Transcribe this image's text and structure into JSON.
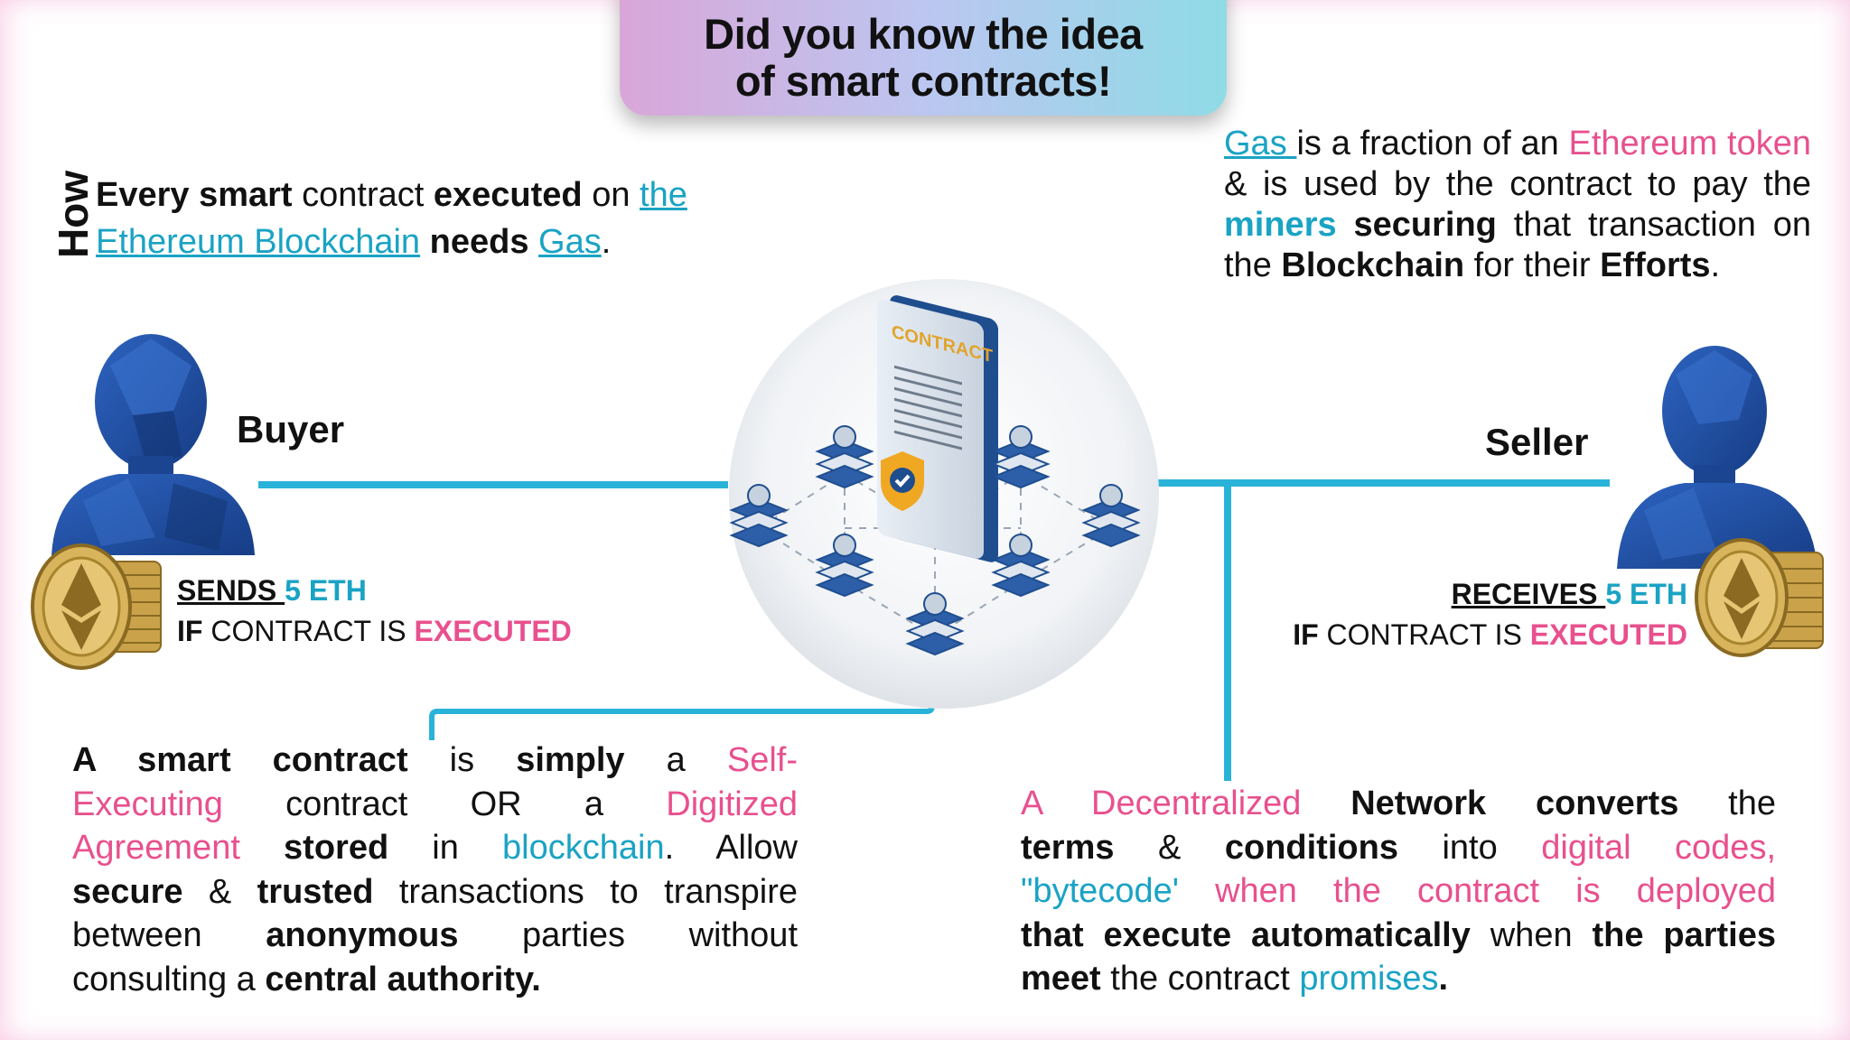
{
  "title": {
    "line1": "Did you know the idea",
    "line2": "of smart contracts!"
  },
  "how": {
    "label": "How",
    "t1": "Every smart",
    "t2": " contract ",
    "t3": "executed",
    "t4": " on ",
    "t5": "the",
    "t6": "Ethereum Blockchain",
    "t7": " needs ",
    "t8": "Gas",
    "t9": "."
  },
  "gas": {
    "g1": "Gas ",
    "g2": "is a fraction of an ",
    "g3": "Ethereum",
    "g4": "token",
    "g5": " & is used by the contract to",
    "g6": "pay the ",
    "g7": "miners",
    "g8": " securing",
    "g9": " that",
    "g10": "transaction on the ",
    "g11": "Blockchain",
    "g12": " for",
    "g13": "their ",
    "g14": "Efforts",
    "g15": "."
  },
  "buyer": {
    "label": "Buyer",
    "sends": "SENDS ",
    "amount": "5 ETH",
    "if": "IF",
    "cond": " CONTRACT IS ",
    "executed": "EXECUTED"
  },
  "seller": {
    "label": "Seller",
    "receives": "RECEIVES ",
    "amount": "5 ETH",
    "if": "IF",
    "cond": " CONTRACT IS ",
    "executed": "EXECUTED"
  },
  "contract_doc": {
    "label": "CONTRACT"
  },
  "left_para": {
    "l1a": "A smart contract",
    "l1b": " is ",
    "l1c": "simply",
    "l1d": " a ",
    "l1e": "Self-",
    "l2a": "Executing",
    "l2b": " contract OR a ",
    "l2c": "Digitized",
    "l3a": "Agreement",
    "l3b": " stored",
    "l3c": " in ",
    "l3d": "blockchain",
    "l3e": ". Allow",
    "l4a": "secure",
    "l4b": " & ",
    "l4c": "trusted",
    "l4d": " transactions to transpire",
    "l5a": "between ",
    "l5b": "anonymous",
    "l5c": " parties without",
    "l6a": "consulting a ",
    "l6b": "central authority."
  },
  "right_para": {
    "r1a": "A Decentralized",
    "r1b": " Network converts",
    "r1c": " the",
    "r2a": "terms",
    "r2b": " & ",
    "r2c": "conditions",
    "r2d": " into ",
    "r2e": "digital codes,",
    "r3a": "\"bytecode'",
    "r3b": " when the contract is deployed",
    "r4a": "that execute automatically",
    "r4b": " when ",
    "r4c": "the parties",
    "r5a": "meet",
    "r5b": " the contract ",
    "r5c": "promises",
    "r5d": "."
  },
  "colors": {
    "teal": "#1aa3c4",
    "pink": "#e8508e",
    "person": "#1e4b9c",
    "wire": "#29b3d9"
  }
}
